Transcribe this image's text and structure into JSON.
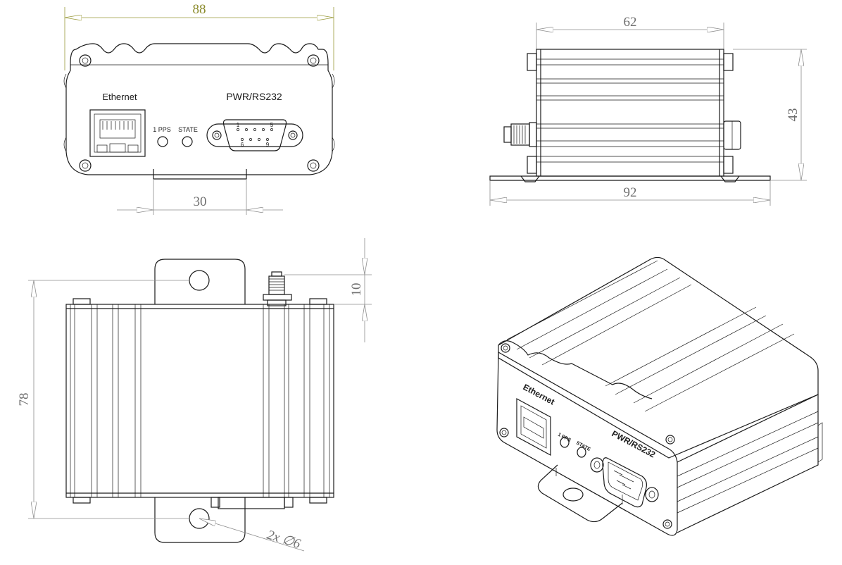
{
  "front_view": {
    "width_dim": "88",
    "ethernet_label": "Ethernet",
    "pwr_label": "PWR/RS232",
    "pps_label": "1 PPS",
    "state_label": "STATE",
    "pin1": "1",
    "pin5": "5",
    "pin6": "6",
    "pin9": "9",
    "bracket_dim": "30"
  },
  "side_view": {
    "body_dim": "62",
    "height_dim": "43",
    "total_dim": "92"
  },
  "top_view": {
    "length_dim": "78",
    "antenna_dim": "10",
    "hole_dim": "2x ∅6"
  },
  "iso_view": {
    "ethernet_label": "Ethernet",
    "pps_label": "1 PPS",
    "state_label": "STATE",
    "pwr_label": "PWR/RS232"
  }
}
